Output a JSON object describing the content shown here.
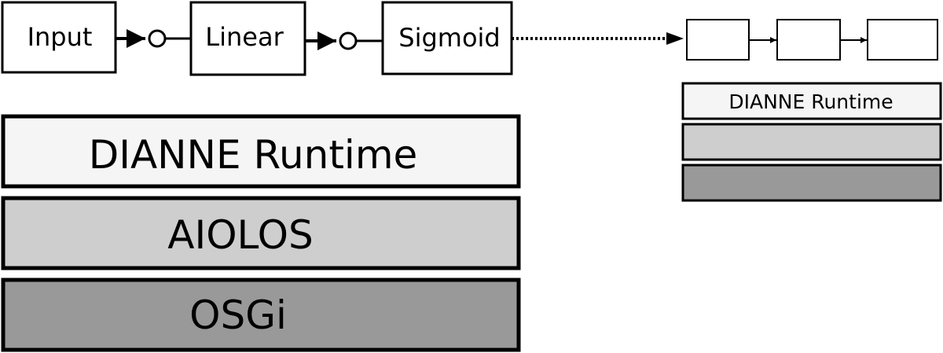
{
  "pipeline": {
    "input_label": "Input",
    "linear_label": "Linear",
    "sigmoid_label": "Sigmoid"
  },
  "stack": {
    "runtime_label": "DIANNE Runtime",
    "middleware_label": "AIOLOS",
    "framework_label": "OSGi"
  },
  "remote": {
    "runtime_label": "DIANNE Runtime"
  },
  "colors": {
    "runtime_fill": "#f5f5f5",
    "middleware_fill": "#cecece",
    "framework_fill": "#999999",
    "stroke": "#000000"
  },
  "icons": {
    "connector": "hollow-circle-connector-icon",
    "arrow": "filled-arrowhead-icon"
  }
}
